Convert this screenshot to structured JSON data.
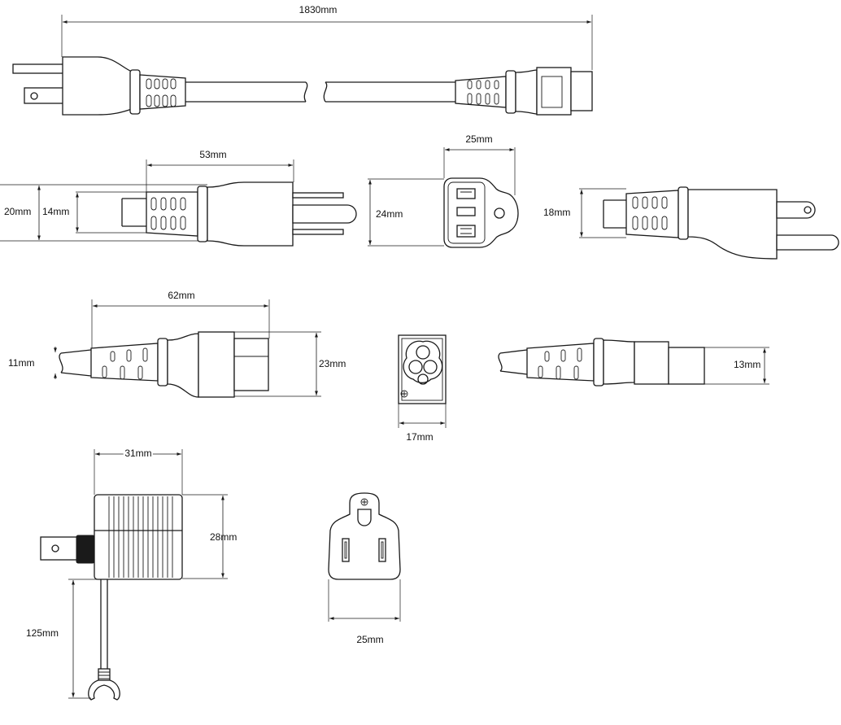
{
  "dimensions": {
    "total_length": "1830mm",
    "plug_length": "53mm",
    "plug_outer_height": "20mm",
    "plug_body_height": "14mm",
    "receptacle_c5_width": "25mm",
    "receptacle_c5_height": "24mm",
    "plug_side_height": "18mm",
    "connector_length": "62mm",
    "cable_diameter": "11mm",
    "connector_height": "23mm",
    "face_width": "17mm",
    "connector_side_height": "13mm",
    "adapter_width": "31mm",
    "adapter_height": "28mm",
    "lead_length": "125mm",
    "outlet_width": "25mm"
  }
}
